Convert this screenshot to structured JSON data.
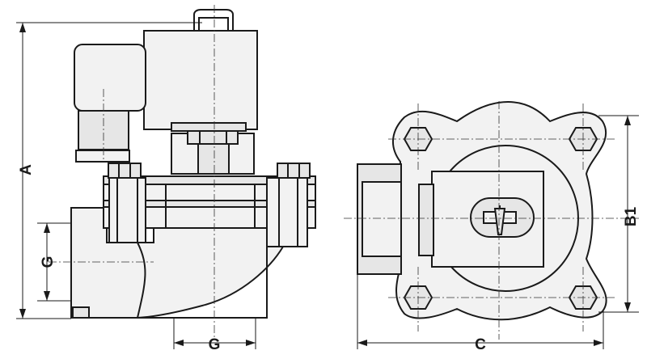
{
  "dimensions": {
    "a": "A",
    "g_side": "G",
    "g_bottom": "G",
    "c": "C",
    "b1": "B1"
  },
  "colors": {
    "line": "#1a1a1a",
    "fill": "#f2f2f2",
    "fill_dark": "#e6e6e6",
    "background": "#ffffff"
  }
}
